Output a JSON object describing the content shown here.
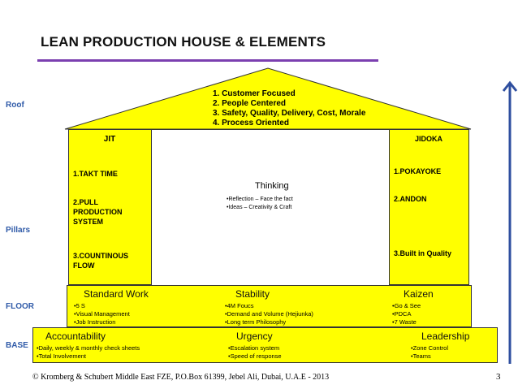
{
  "title": "LEAN PRODUCTION HOUSE & ELEMENTS",
  "side_labels": {
    "roof": "Roof",
    "pillars": "Pillars",
    "floor": "FLOOR",
    "base": "BASE"
  },
  "roof_items": [
    "1.  Customer Focused",
    "2.  People Centered",
    "3.  Safety, Quality, Delivery, Cost, Morale",
    "4.  Process Oriented"
  ],
  "left_pillar": {
    "title": "JIT",
    "items": [
      "1.TAKT TIME",
      "2.PULL PRODUCTION SYSTEM",
      "3.COUNTINOUS FLOW"
    ]
  },
  "right_pillar": {
    "title": "JIDOKA",
    "items": [
      "1.POKAYOKE",
      "2.ANDON",
      "3.Built in Quality"
    ]
  },
  "center": {
    "title": "Thinking",
    "items": [
      "•Reflection – Face the fact",
      "•Ideas – Creativity & Craft"
    ]
  },
  "floor": [
    {
      "title": "Standard Work",
      "items": [
        "•5 S",
        "•Visual Management",
        "•Job Instruction"
      ]
    },
    {
      "title": "Stability",
      "items": [
        "•4M Foucs",
        "•Demand and Volume (Hejiunka)",
        "•Long term Philosophy"
      ]
    },
    {
      "title": "Kaizen",
      "items": [
        "•Go & See",
        "•PDCA",
        "•7 Waste"
      ]
    }
  ],
  "base": [
    {
      "title": "Accountability",
      "items": [
        "•Daily, weekly & monthly check sheets",
        "•Total Involvement"
      ]
    },
    {
      "title": "Urgency",
      "items": [
        "•Escalation system",
        "•Speed of response"
      ]
    },
    {
      "title": "Leadership",
      "items": [
        "•Zone Control",
        "•Teams"
      ]
    }
  ],
  "footer": "©  Kromberg & Schubert Middle East FZE, P.O.Box 61399, Jebel Ali, Dubai, U.A.E - 2013",
  "page_number": "3",
  "colors": {
    "fill": "#ffff00",
    "side_label": "#2f5aa8",
    "title_rule": "#7b3fb0",
    "arrow": "#2f4f9f"
  }
}
